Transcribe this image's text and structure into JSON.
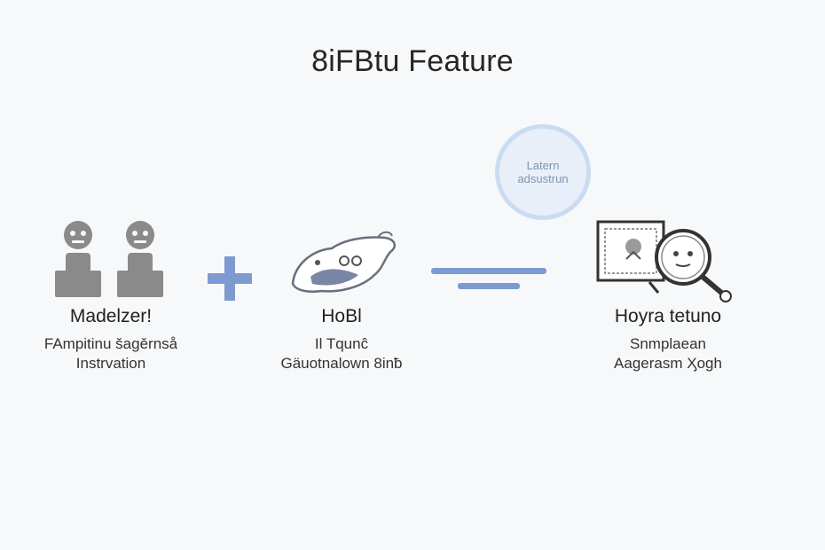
{
  "title": "8iFBtu Feature",
  "badge": {
    "line1": "Latern",
    "line2": "adsustrun"
  },
  "steps": [
    {
      "icon": "two-persons-icon",
      "heading": "Madelzer!",
      "desc_line1": "FAmpitinu šagěrnså",
      "desc_line2": "Instrvation"
    },
    {
      "icon": "stylized-animal-icon",
      "heading": "HoBl",
      "desc_line1": "Il Tqunĉ",
      "desc_line2": "Gäuotnalown 8inƀ"
    },
    {
      "icon": "documents-magnifier-icon",
      "heading": "Hoyra tetuno",
      "desc_line1": "Snmplaean",
      "desc_line2": "Aagerasm Ӽogh"
    }
  ],
  "operators": {
    "plus": "plus-icon",
    "equals": "equals-icon"
  },
  "colors": {
    "accent_blue": "#7d9bd1",
    "person_gray": "#8a8a8a",
    "badge_fill": "#e8eff8",
    "badge_ring": "#c9dcf2"
  }
}
